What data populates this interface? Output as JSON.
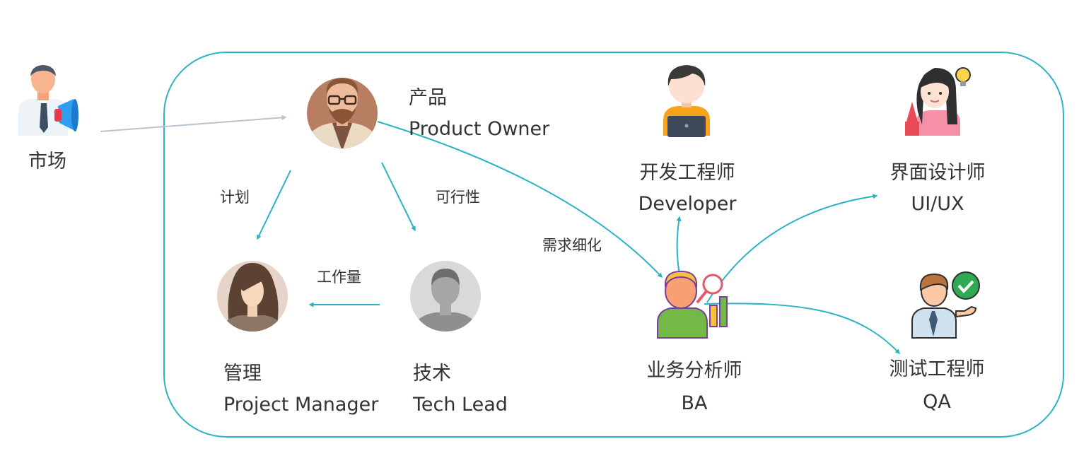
{
  "colors": {
    "accent": "#2bb3c4",
    "market_arrow": "#b7c3d0",
    "text": "#333333"
  },
  "nodes": {
    "market": {
      "label": "市场",
      "icon": "megaphone-businessman-icon"
    },
    "product": {
      "label_cn": "产品",
      "label_en": "Product Owner",
      "icon": "bearded-man-avatar-icon"
    },
    "manager": {
      "label_cn": "管理",
      "label_en": "Project Manager",
      "icon": "woman-avatar-icon"
    },
    "tech": {
      "label_cn": "技术",
      "label_en": "Tech Lead",
      "icon": "gray-person-avatar-icon"
    },
    "developer": {
      "label_cn": "开发工程师",
      "label_en": "Developer",
      "icon": "developer-laptop-icon"
    },
    "designer": {
      "label_cn": "界面设计师",
      "label_en": "UI/UX",
      "icon": "designer-lightbulb-icon"
    },
    "ba": {
      "label_cn": "业务分析师",
      "label_en": "BA",
      "icon": "analyst-magnifier-chart-icon"
    },
    "qa": {
      "label_cn": "测试工程师",
      "label_en": "QA",
      "icon": "tester-checkmark-icon"
    }
  },
  "edges": {
    "plan": "计划",
    "feasibility": "可行性",
    "workload": "工作量",
    "refinement": "需求细化"
  }
}
